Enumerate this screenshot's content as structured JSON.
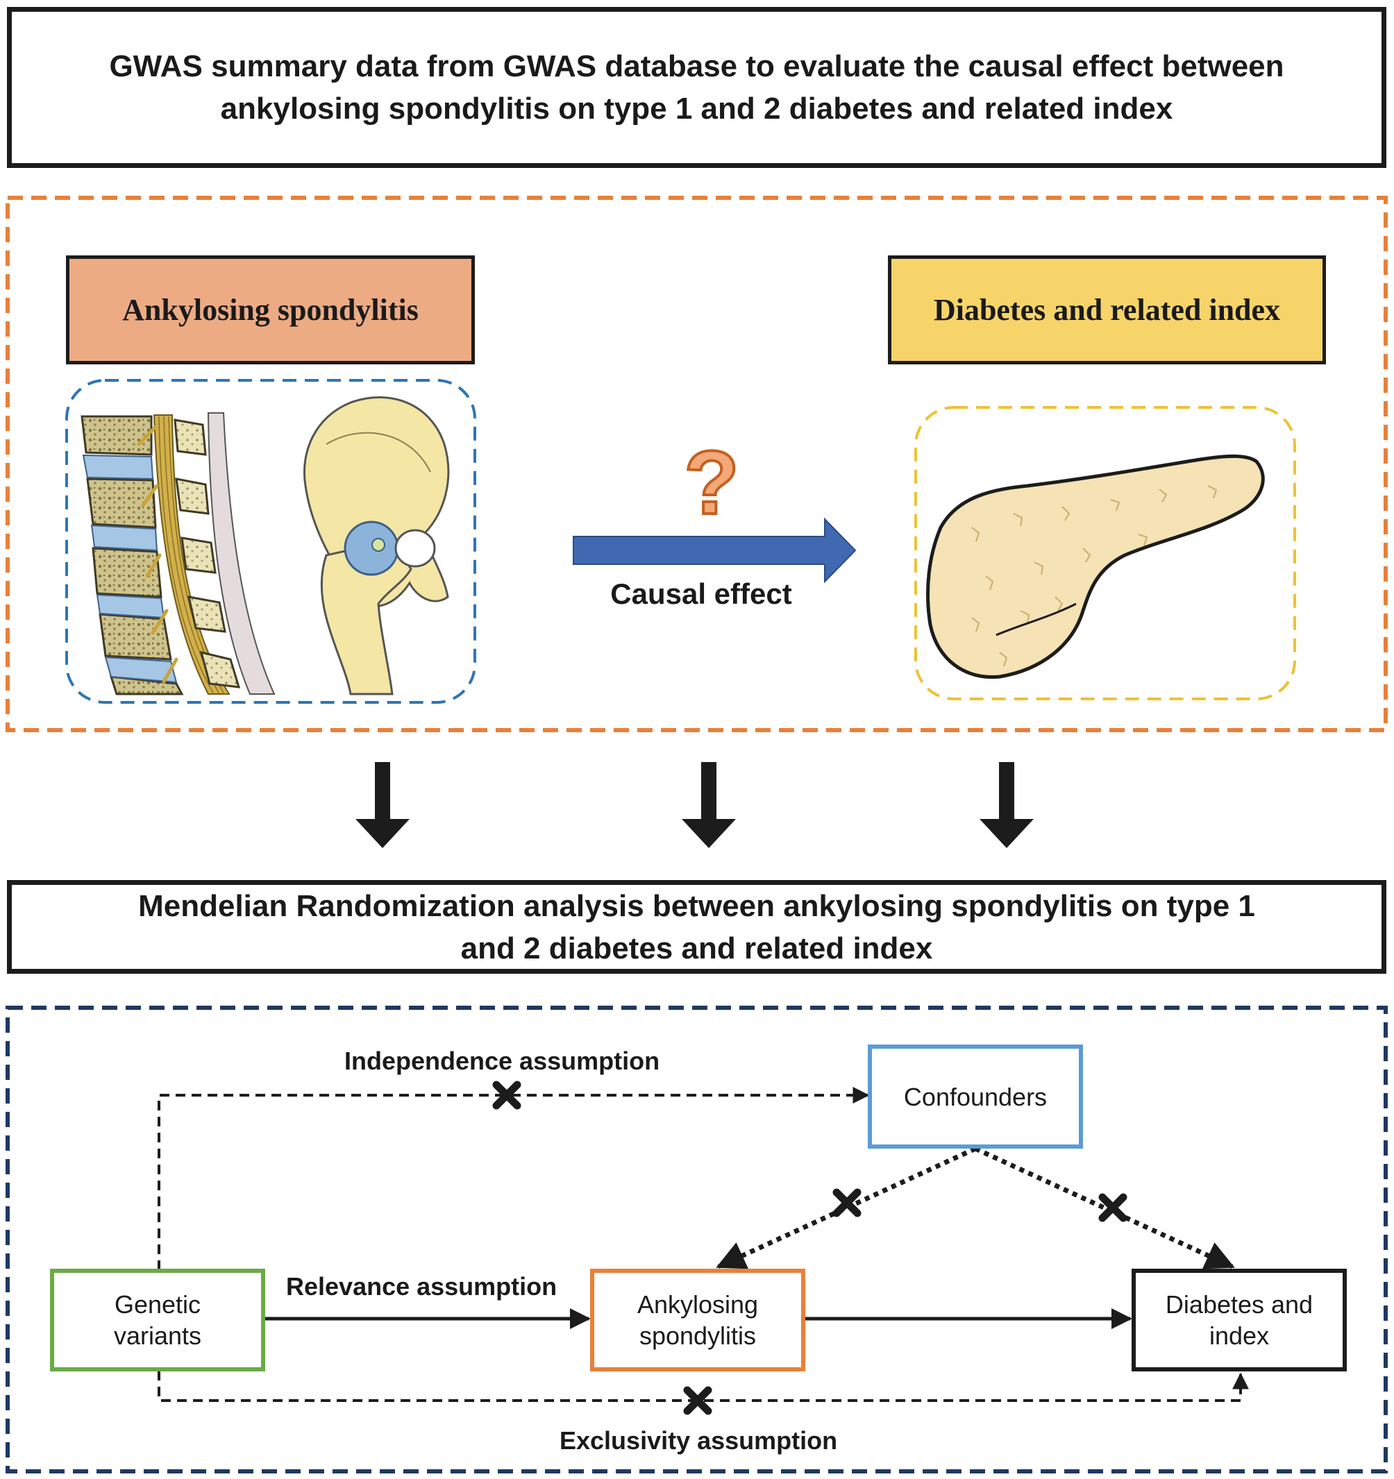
{
  "top_title": {
    "line1": "GWAS summary data from GWAS database to evaluate the causal effect between",
    "line2": "ankylosing spondylitis on type 1 and 2 diabetes and related index"
  },
  "exposure": {
    "label": "Ankylosing spondylitis",
    "fill": "#EDAB84"
  },
  "outcome": {
    "label": "Diabetes and related index",
    "fill": "#F7D46A"
  },
  "causal": {
    "question_mark": "?",
    "label": "Causal effect",
    "arrow_color": "#4169B2"
  },
  "mr_title": {
    "line1": "Mendelian Randomization analysis between ankylosing spondylitis on type 1",
    "line2": "and 2 diabetes and related index"
  },
  "mr_diagram": {
    "nodes": {
      "genetic": {
        "line1": "Genetic",
        "line2": "variants",
        "border": "#6BAA45"
      },
      "as": {
        "line1": "Ankylosing",
        "line2": "spondylitis",
        "border": "#E8803A"
      },
      "diabetes": {
        "line1": "Diabetes and",
        "line2": "index",
        "border": "#1c1c1c"
      },
      "confounders": {
        "label": "Confounders",
        "border": "#5B9BD5"
      }
    },
    "labels": {
      "independence": "Independence assumption",
      "relevance": "Relevance assumption",
      "exclusivity": "Exclusivity assumption"
    }
  },
  "colors": {
    "orange_dash": "#E8803A",
    "blue_dash": "#2E75B6",
    "yellow_dash": "#EDC234",
    "navy_dash": "#1F3864"
  }
}
